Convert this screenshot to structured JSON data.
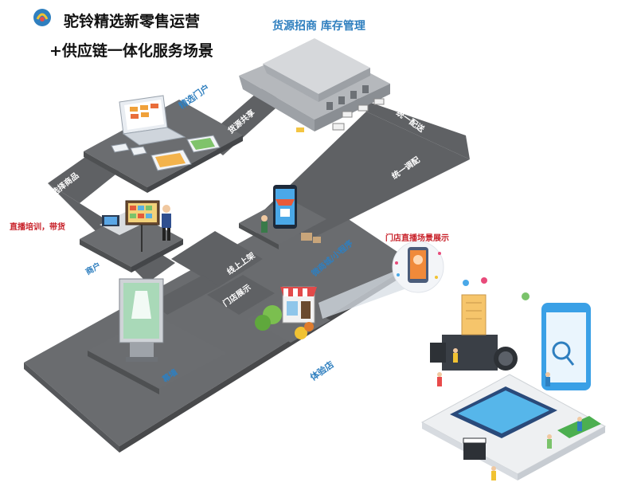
{
  "header": {
    "title_line1": "驼铃精选新零售运营",
    "title_line2": "+供应链一体化服务场景",
    "subtitle": "货源招商 库存管理"
  },
  "labels": {
    "portal": "精选门户",
    "supply_share": "货源共享",
    "unified_delivery": "统一配送",
    "unified_dispatch": "统一调配",
    "select_goods": "选择商品",
    "merchant": "商户",
    "live_training": "直播培训，带货",
    "online_listing": "线上上架",
    "mini_program": "微商城/小程序",
    "store_display": "门店展示",
    "store_live": "门店直播场景展示",
    "screen_wall": "幕墙",
    "experience_store": "体验店"
  },
  "colors": {
    "road": "#5f6164",
    "road_edge": "#4a4c4f",
    "lane_text": "#ffffff",
    "accent_blue": "#2f7fbf",
    "accent_red": "#c8222a",
    "platform": "#c6c8ca"
  }
}
